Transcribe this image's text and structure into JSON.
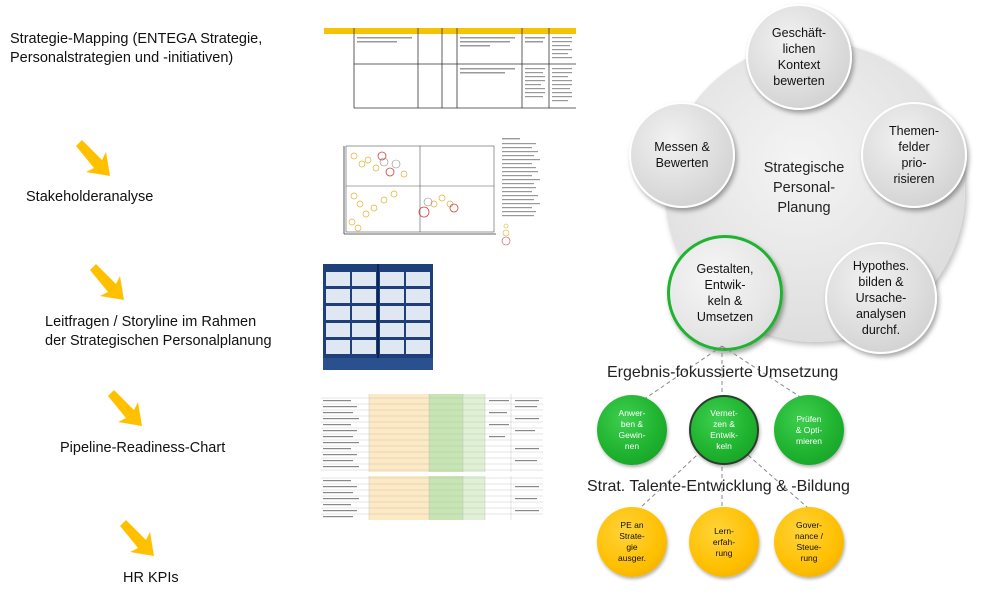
{
  "left_steps": [
    {
      "label": "Strategie-Mapping (ENTEGA Strategie,\nPersonalstrategien und -initiativen)"
    },
    {
      "label": "Stakeholderanalyse"
    },
    {
      "label": "Leitfragen / Storyline  im Rahmen\nder Strategischen Personalplanung"
    },
    {
      "label": "Pipeline-Readiness-Chart"
    },
    {
      "label": "HR KPIs"
    }
  ],
  "colors": {
    "arrow": "#ffc000",
    "green": "#1fb32f",
    "yellow": "#ffc000",
    "grey_circle": "#dcdcdc",
    "connector": "#888888"
  },
  "cycle": {
    "center": "Strategische\nPersonal-\nPlanung",
    "nodes": [
      "Geschäft-\nlichen\nKontext\nbewerten",
      "Themen-\nfelder\nprio-\nrisieren",
      "Hypothes.\nbilden &\nUrsache-\nanalysen\ndurchf.",
      "Gestalten,\nEntwik-\nkeln &\nUmsetzen",
      "Messen &\nBewerten"
    ]
  },
  "implementation": {
    "title": "Ergebnis-fokussierte  Umsetzung",
    "items": [
      "Anwer-\nben &\nGewin-\nnen",
      "Vernet-\nzen &\nEntwik-\nkeln",
      "Prüfen\n& Opti-\nmieren"
    ]
  },
  "talent": {
    "title": "Strat. Talente-Entwicklung  & -Bildung",
    "items": [
      "PE an\nStrate-\ngie\nausger.",
      "Lern-\nerfah-\nrung",
      "Gover-\nnance /\nSteue-\nrung"
    ]
  }
}
